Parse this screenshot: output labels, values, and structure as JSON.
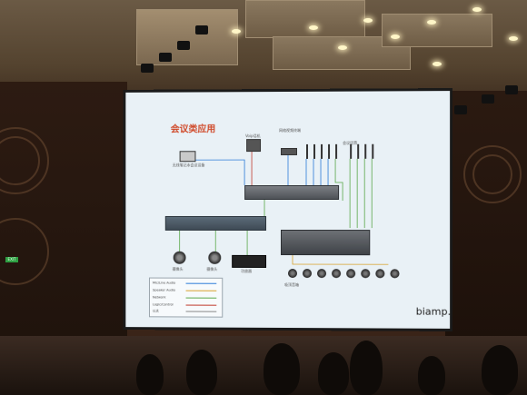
{
  "photo": {
    "subject": "conference-hall-presentation",
    "screen": {
      "title": "会议类应用",
      "brand": "biamp.",
      "labels": {
        "laptop": "无线笔记本会议设备",
        "phone": "Voip话机",
        "codec": "网络视频终端",
        "mics": "会议话筒",
        "camera_left": "摄像头",
        "camera_right": "摄像头",
        "amp": "功放器",
        "speakers": "吸顶音箱"
      },
      "legend": [
        {
          "label": "Mic/Line Audio",
          "color": "#2b7bd8"
        },
        {
          "label": "Speaker Audio",
          "color": "#d8a12b"
        },
        {
          "label": "Network",
          "color": "#5aa84a"
        },
        {
          "label": "Logic/Control",
          "color": "#c0392b"
        },
        {
          "label": "以太",
          "color": "#888888"
        }
      ]
    },
    "exit_sign": "EXIT"
  }
}
